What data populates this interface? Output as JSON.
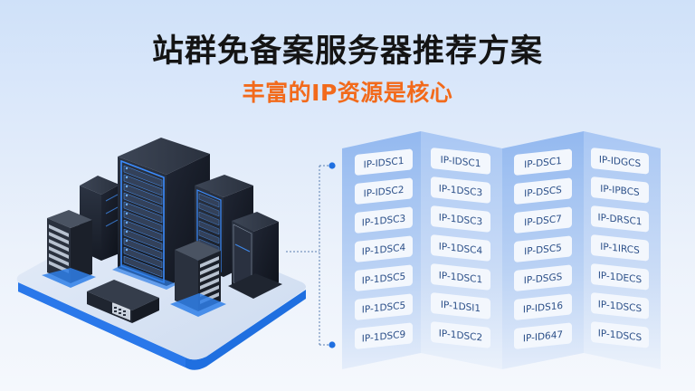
{
  "header": {
    "title": "站群免备案服务器推荐方案",
    "subtitle": "丰富的IP资源是核心"
  },
  "colors": {
    "title": "#141414",
    "subtitle": "#f26a1b",
    "accent_blue": "#1f6fe0",
    "tag_text": "#2b4f88",
    "background_top": "#cfe1f9",
    "background_bottom": "#f5f8fd"
  },
  "illustration": {
    "icons": [
      "server-rack-icon",
      "network-switch-icon",
      "platform-icon"
    ]
  },
  "ip_panel": {
    "columns": [
      {
        "tags": [
          "IP-IDSC1",
          "IP-IDSC2",
          "IP-1DSC3",
          "IP-1DSC4",
          "IP-1DSC5",
          "IP-1DSC5",
          "IP-1DSC9"
        ]
      },
      {
        "tags": [
          "IP-IDSC1",
          "IP-1DSC3",
          "IP-1DSC3",
          "IP-1DSC4",
          "IP-1DSC1",
          "IP-1DSI1",
          "IP-1DSC2"
        ]
      },
      {
        "tags": [
          "IP-DSC1",
          "IP-DSCS",
          "IP-DSC7",
          "IP-DSC5",
          "IP-DSGS",
          "IP-IDS16",
          "IP-ID647"
        ]
      },
      {
        "tags": [
          "IP-IDGCS",
          "IP-IPBCS",
          "IP-DRSC1",
          "IP-1IRCS",
          "IP-1DECS",
          "IP-1DSCS",
          "IP-1DSCS"
        ]
      }
    ]
  }
}
